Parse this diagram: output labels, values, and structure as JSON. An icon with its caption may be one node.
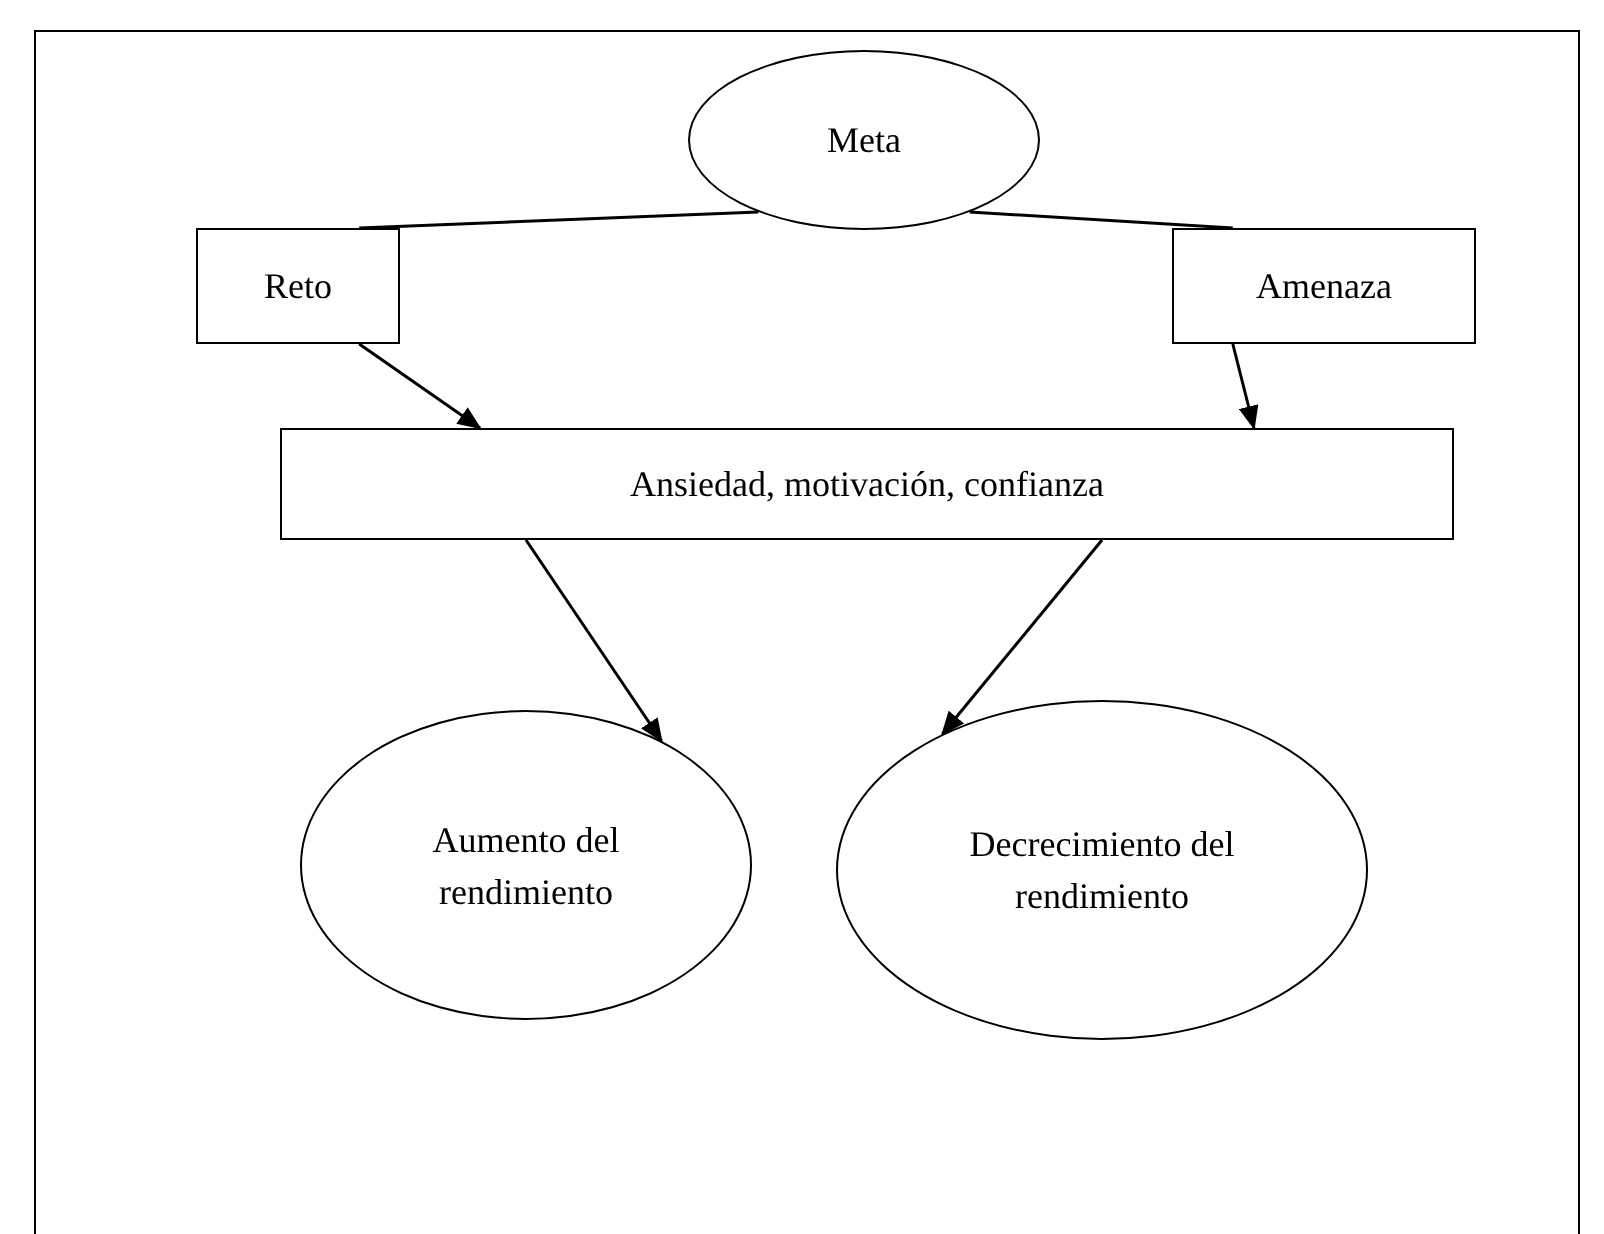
{
  "diagram": {
    "nodes": [
      {
        "text": [
          "Meta"
        ]
      },
      {
        "text": [
          "Reto"
        ]
      },
      {
        "text": [
          "Amenaza"
        ]
      },
      {
        "text": [
          "Ansiedad, motivación, confianza"
        ]
      },
      {
        "text": [
          "Aumento del rendimiento"
        ]
      },
      {
        "text": [
          "Decrecimiento del rendimiento"
        ]
      }
    ],
    "edges": [
      {
        "from": 0,
        "to": 1,
        "arrow": "none"
      },
      {
        "from": 0,
        "to": 2,
        "arrow": "none"
      },
      {
        "from": 1,
        "to": 3,
        "arrow": "to"
      },
      {
        "from": 2,
        "to": 3,
        "arrow": "to"
      },
      {
        "from": 3,
        "to": 4,
        "arrow": "to"
      },
      {
        "from": 3,
        "to": 5,
        "arrow": "to"
      }
    ]
  }
}
